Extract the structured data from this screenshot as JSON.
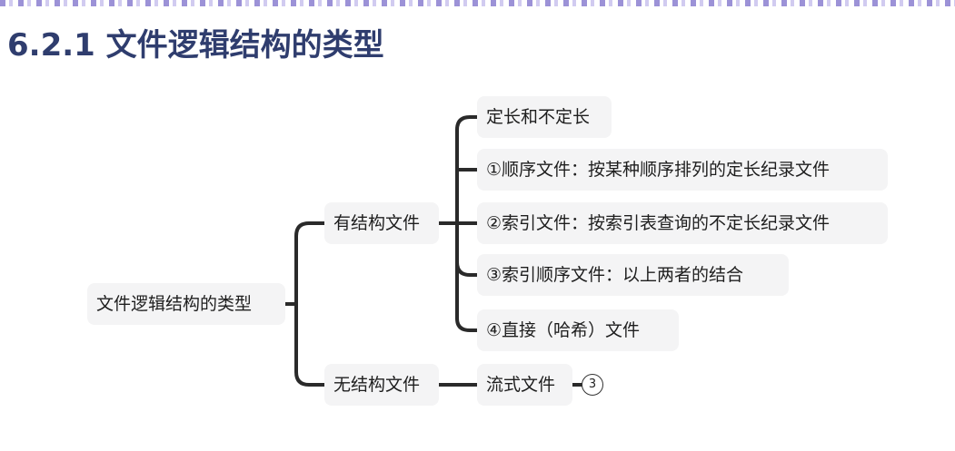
{
  "title": "6.2.1 文件逻辑结构的类型",
  "mindmap": {
    "root": {
      "label": "文件逻辑结构的类型"
    },
    "branches": [
      {
        "label": "有结构文件",
        "children": [
          {
            "label": "定长和不定长"
          },
          {
            "label": "①顺序文件：按某种顺序排列的定长纪录文件"
          },
          {
            "label": "②索引文件：按索引表查询的不定长纪录文件"
          },
          {
            "label": "③索引顺序文件：以上两者的结合"
          },
          {
            "label": "④直接（哈希）文件"
          }
        ]
      },
      {
        "label": "无结构文件",
        "children": [
          {
            "label": "流式文件",
            "badge": "3"
          }
        ]
      }
    ]
  },
  "colors": {
    "title": "#2f3d6e",
    "connector": "#2a2a2a",
    "node_fill": "#f4f4f5"
  }
}
